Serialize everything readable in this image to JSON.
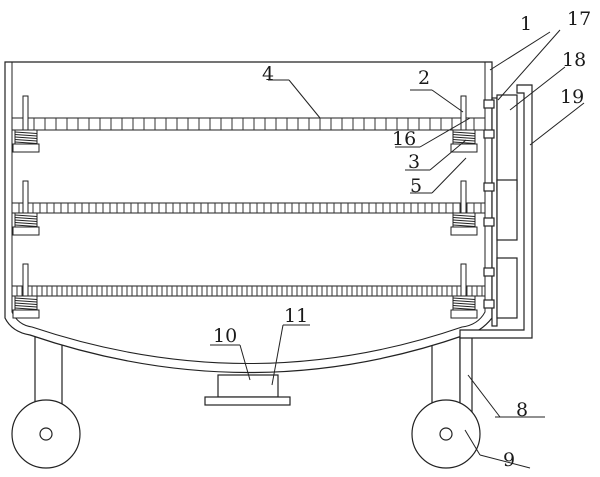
{
  "labels": {
    "l1": "1",
    "l2": "2",
    "l3": "3",
    "l4": "4",
    "l5": "5",
    "l8": "8",
    "l9": "9",
    "l10": "10",
    "l11": "11",
    "l16": "16",
    "l17": "17",
    "l18": "18",
    "l19": "19"
  }
}
